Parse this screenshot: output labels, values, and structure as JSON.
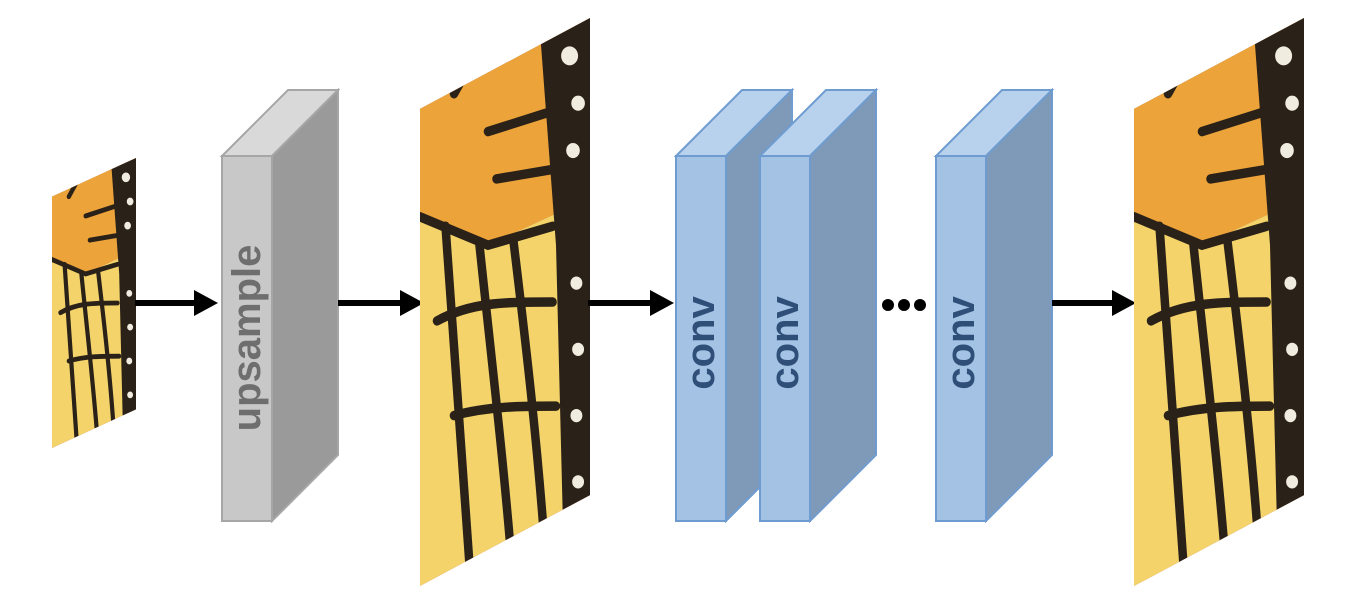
{
  "diagram": {
    "labels": {
      "upsample": "upsample",
      "conv_1": "conv",
      "conv_2": "conv",
      "conv_3": "conv"
    },
    "colors": {
      "upsample_front": "#c8c8c8",
      "upsample_side": "#9a9a9a",
      "upsample_top": "#d9d9d9",
      "upsample_stroke": "#a6a6a6",
      "upsample_text": "#6e6e6e",
      "conv_front": "#a4c2e4",
      "conv_side": "#7f9ab8",
      "conv_top": "#b8d1ec",
      "conv_stroke": "#6f9cd0",
      "conv_text": "#2f4f79",
      "arrow": "#000000",
      "butterfly_yellow": "#f3d36a",
      "butterfly_orange": "#eca33a",
      "butterfly_vein": "#2a2118",
      "butterfly_background": "#c9577e"
    },
    "icons": {
      "input_image": "butterfly-wing-low-res-image",
      "upsampled_image": "butterfly-wing-upsampled-image",
      "output_image": "butterfly-wing-high-res-image",
      "ellipsis": "ellipsis-dots"
    }
  }
}
